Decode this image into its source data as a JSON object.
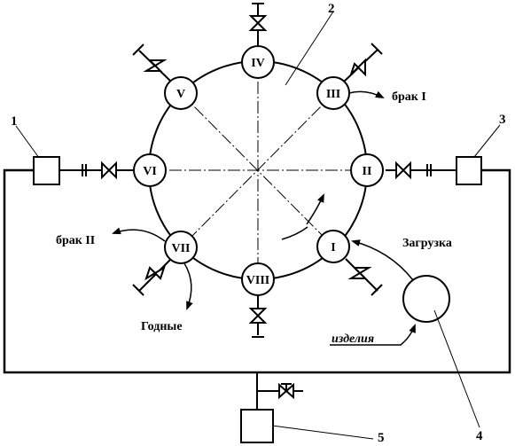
{
  "labels": {
    "n1": "1",
    "n2": "2",
    "n3": "3",
    "n4": "4",
    "n5": "5",
    "brak1": "брак I",
    "brak2": "брак II",
    "godnye": "Годные",
    "zagruzka": "Загрузка",
    "izdeliya": "изделия"
  },
  "stations": [
    "I",
    "II",
    "III",
    "IV",
    "V",
    "VI",
    "VII",
    "VIII"
  ]
}
